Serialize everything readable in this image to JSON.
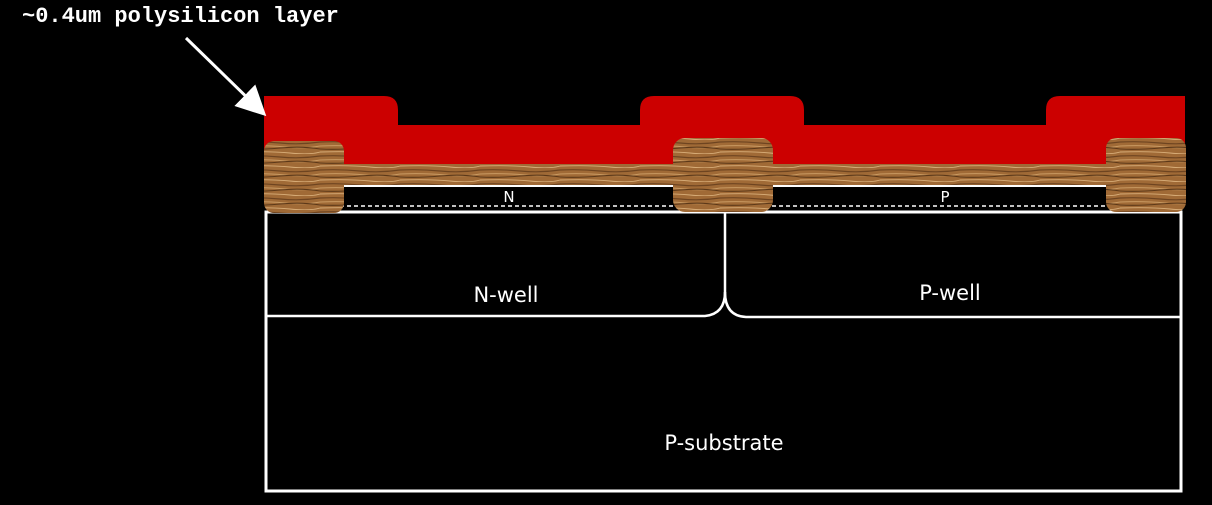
{
  "diagram": {
    "callout_label": "~0.4um polysilicon layer",
    "nwell_surface_label": "N",
    "pwell_surface_label": "P",
    "nwell_label": "N-well",
    "pwell_label": "P-well",
    "substrate_label": "P-substrate",
    "colors": {
      "background": "#000000",
      "polysilicon": "#cc0000",
      "field_oxide": "#a8743f",
      "gate_oxide": "#b8874f",
      "outline": "#ffffff"
    }
  }
}
